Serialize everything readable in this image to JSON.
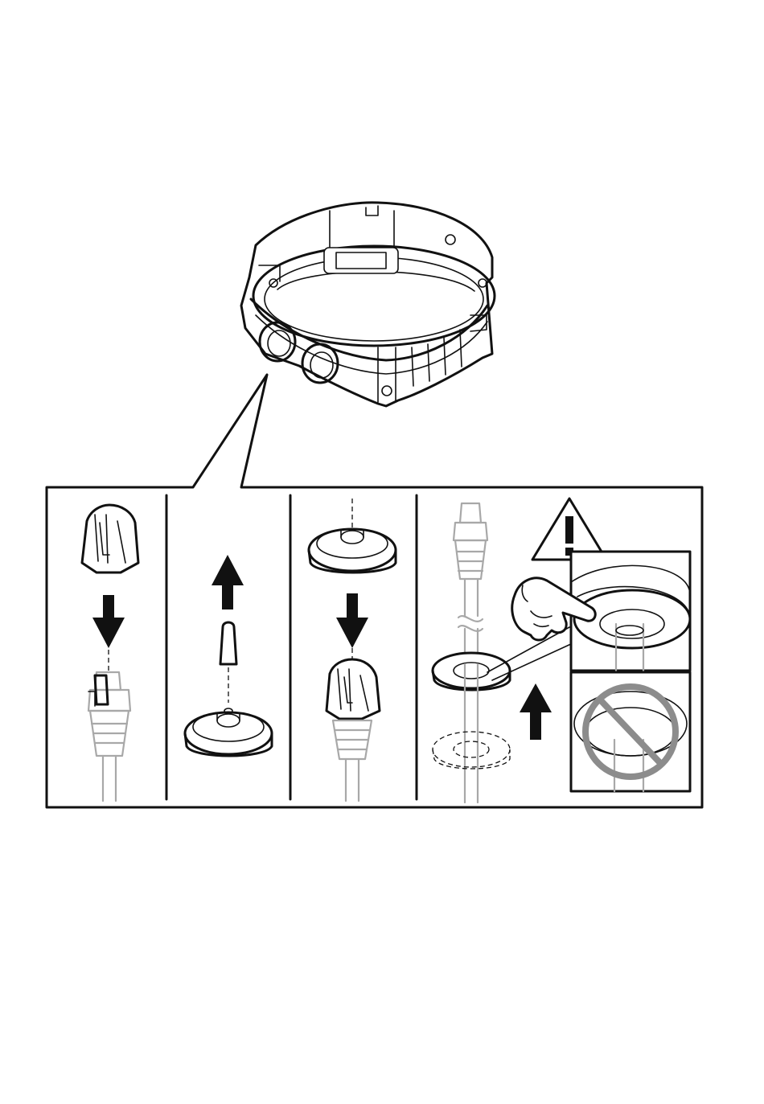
{
  "figure": {
    "panels": [
      {
        "id": "step-1",
        "action": "slide-cable-boot-onto-rj45-connector"
      },
      {
        "id": "step-2",
        "action": "remove-plug-from-grommet"
      },
      {
        "id": "step-3",
        "action": "push-grommet-over-cable-boot"
      },
      {
        "id": "step-4",
        "action": "push-grommet-into-back-box-hole"
      }
    ],
    "icons": {
      "warning": "warning-triangle-icon",
      "pointing_hand": "pointing-hand-icon",
      "prohibited": "prohibited-icon"
    },
    "colors": {
      "line": "#111111",
      "cable": "#a8a8a8",
      "prohibited": "#8c8c8c",
      "background": "#ffffff"
    }
  }
}
